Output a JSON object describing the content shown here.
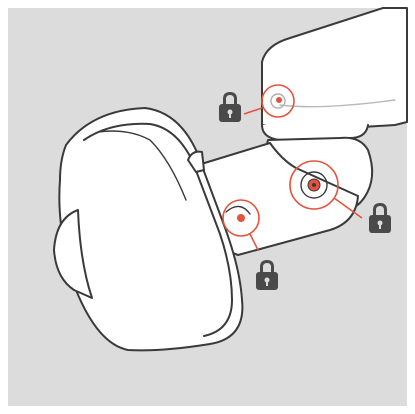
{
  "figure": {
    "background_color": "#dcdcdc",
    "outline_color": "#3a3a3a",
    "body_color": "#ffffff",
    "highlight_color": "#e5533d",
    "lock_color": "#4a4a4a"
  },
  "callouts": [
    {
      "target": "shoulder-screw",
      "icon": "padlock-icon"
    },
    {
      "target": "pivot-screw",
      "icon": "padlock-icon"
    },
    {
      "target": "lower-screw",
      "icon": "padlock-icon"
    }
  ]
}
